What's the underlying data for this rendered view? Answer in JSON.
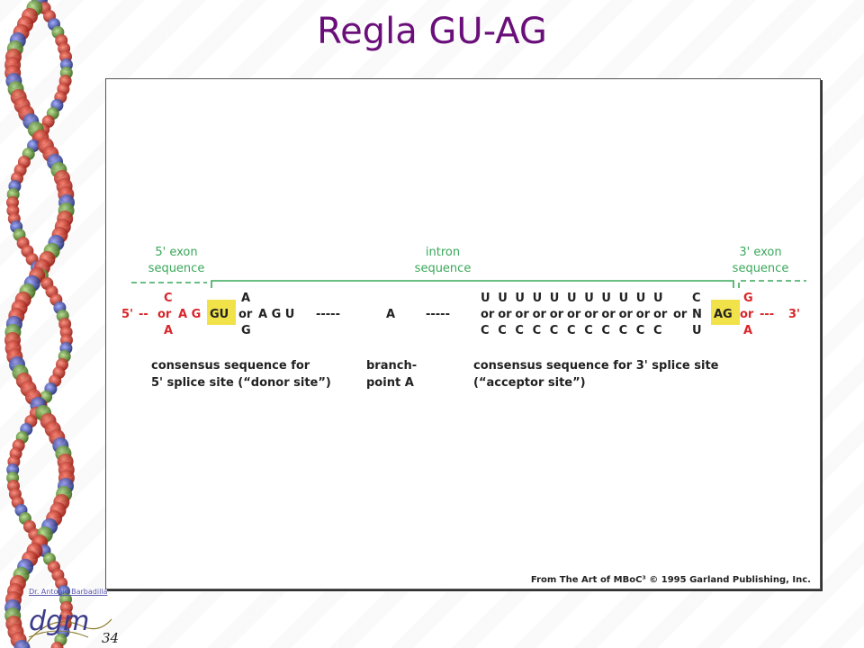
{
  "slide": {
    "title": "Regla GU-AG",
    "author_link": "Dr. Antonio Barbadilla",
    "page_number": "34",
    "logo_text": "dgm"
  },
  "diagram": {
    "region_labels": {
      "exon5_l1": "5' exon",
      "exon5_l2": "sequence",
      "intron_l1": "intron",
      "intron_l2": "sequence",
      "exon3_l1": "3' exon",
      "exon3_l2": "sequence"
    },
    "sequence": {
      "five_prime_end": "5'",
      "three_prime_end": "3'",
      "dash_left": "--",
      "left_or": "or",
      "left_top": "C",
      "left_bottom": "A",
      "left_ag": "A G",
      "gu": "GU",
      "after_gu_top": "A",
      "after_gu_or": "or",
      "after_gu_bottom": "G",
      "agu": "A G U",
      "dashes_mid1": "-----",
      "branch_a": "A",
      "dashes_mid2": "-----",
      "pyrimidine_top": [
        "U",
        "U",
        "U",
        "U",
        "U",
        "U",
        "U",
        "U",
        "U",
        "U",
        "U"
      ],
      "pyrimidine_or": "or",
      "pyrimidine_bottom": [
        "C",
        "C",
        "C",
        "C",
        "C",
        "C",
        "C",
        "C",
        "C",
        "C",
        "C"
      ],
      "n_top": "C",
      "n_mid": "N",
      "n_or": "or",
      "n_bottom": "U",
      "ag": "AG",
      "right_top": "G",
      "right_or": "or",
      "right_bottom": "A",
      "dash_right": "---"
    },
    "captions": {
      "donor_l1": "consensus sequence for",
      "donor_l2": "5' splice site (“donor site”)",
      "branch_l1": "branch-",
      "branch_l2": "point A",
      "acceptor_l1": "consensus sequence for 3' splice site",
      "acceptor_l2": "(“acceptor site”)"
    },
    "attribution": "From The Art of MBoC³ © 1995 Garland Publishing, Inc.",
    "colors": {
      "green": "#3aa85a",
      "red": "#d8262a",
      "highlight": "#f1e24a",
      "text": "#222222",
      "title": "#6a0f7a"
    }
  }
}
